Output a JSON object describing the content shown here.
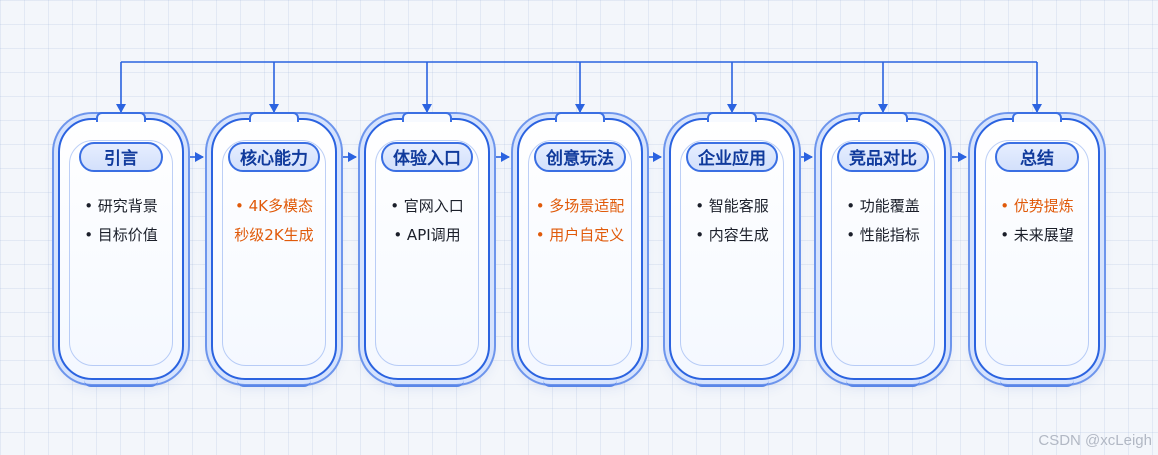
{
  "stages": [
    {
      "title": "引言",
      "items": [
        "• 研究背景",
        "• 目标价值"
      ],
      "highlight": false
    },
    {
      "title": "核心能力",
      "items": [
        "• 4K多模态",
        "秒级2K生成"
      ],
      "highlight": true
    },
    {
      "title": "体验入口",
      "items": [
        "• 官网入口",
        "• API调用"
      ],
      "highlight": false
    },
    {
      "title": "创意玩法",
      "items": [
        "• 多场景适配",
        "• 用户自定义"
      ],
      "highlight": true
    },
    {
      "title": "企业应用",
      "items": [
        "• 智能客服",
        "• 内容生成"
      ],
      "highlight": false
    },
    {
      "title": "竞品对比",
      "items": [
        "• 功能覆盖",
        "• 性能指标"
      ],
      "highlight": false
    },
    {
      "title": "总结",
      "items": [
        "• 优势提炼",
        "• 未来展望"
      ],
      "highlight": "first"
    }
  ],
  "colors": {
    "accent": "#2b63e0",
    "highlight": "#e05a0a",
    "title": "#103a9c"
  },
  "watermark": "CSDN @xcLeigh"
}
